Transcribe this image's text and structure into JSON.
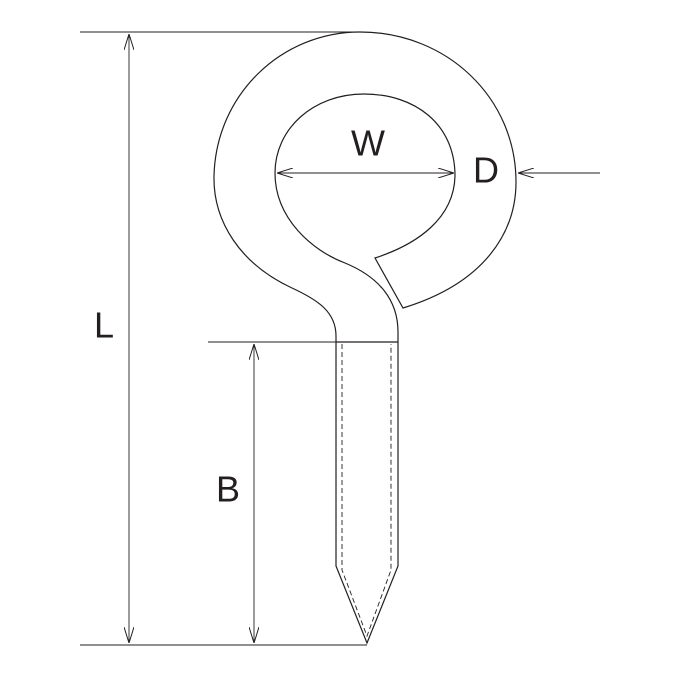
{
  "labels": {
    "length": "L",
    "inner_width": "W",
    "wire_diameter": "D",
    "thread_length": "B"
  },
  "colors": {
    "line": "#231f20",
    "background": "#ffffff"
  }
}
